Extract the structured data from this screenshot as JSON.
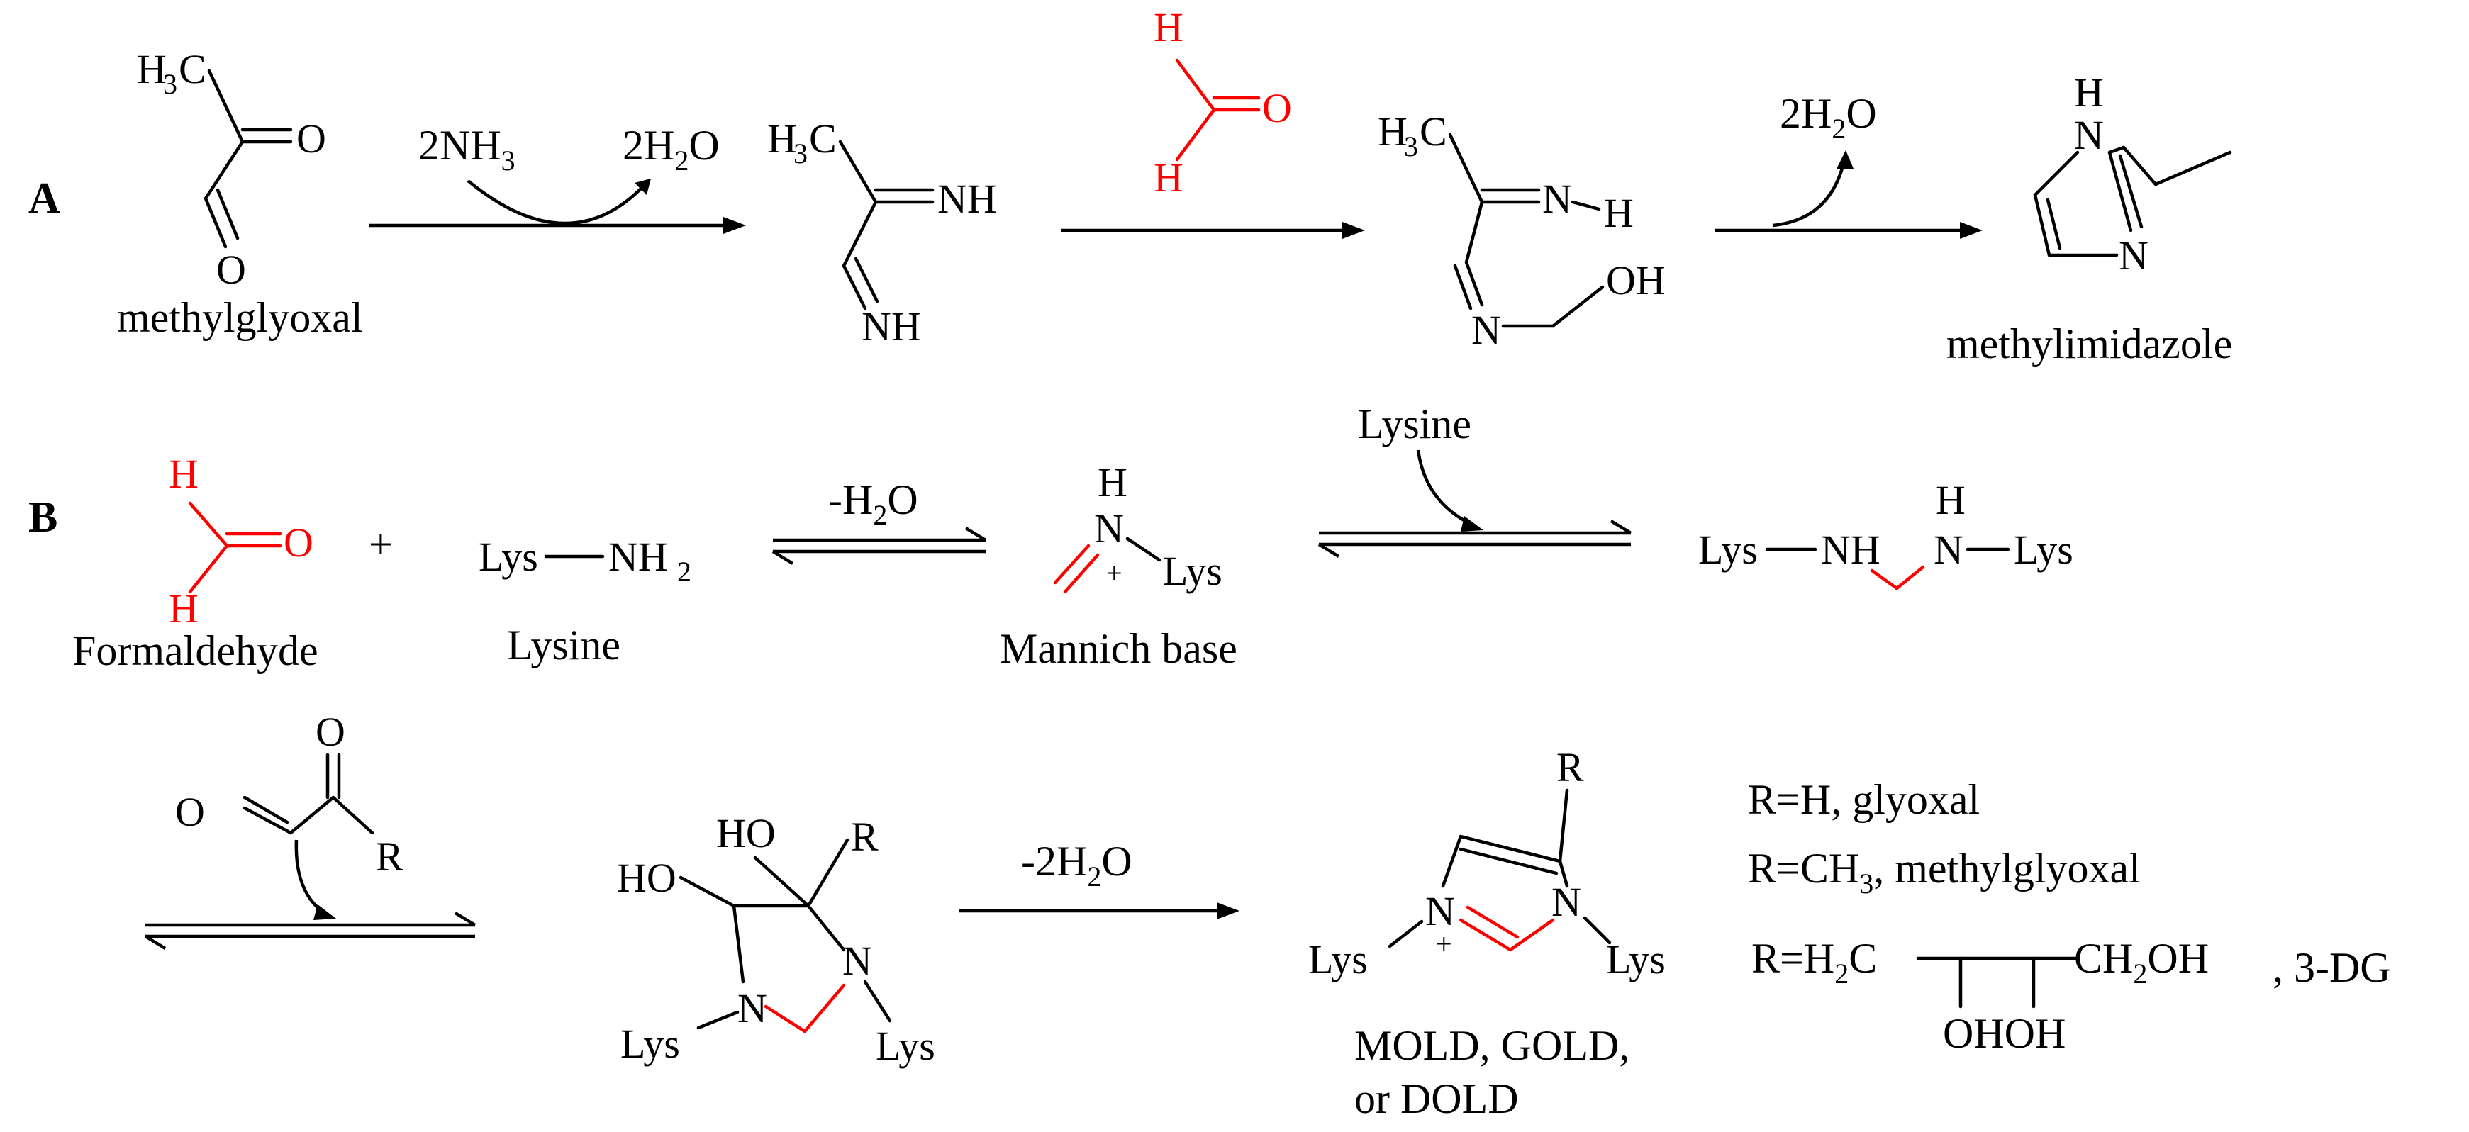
{
  "panel_a": {
    "label": "A",
    "methylglyoxal": {
      "h3c": "H",
      "h3c_sub": "3",
      "h3c_c": "C",
      "o1": "O",
      "o2": "O",
      "name": "methylglyoxal"
    },
    "reagent_in": {
      "pre": "2NH",
      "sub": "3"
    },
    "reagent_out": {
      "pre": "2H",
      "sub": "2",
      "post": "O"
    },
    "diimine": {
      "h3c": "H",
      "h3c_sub": "3",
      "h3c_c": "C",
      "nh1": "NH",
      "nh2": "NH"
    },
    "formaldehyde": {
      "h1": "H",
      "h2": "H",
      "o": "O"
    },
    "hemiaminal": {
      "h3c": "H",
      "h3c_sub": "3",
      "h3c_c": "C",
      "n1": "N",
      "h": "H",
      "n2": "N",
      "oh": "OH"
    },
    "water_out": {
      "pre": "2H",
      "sub": "2",
      "post": "O"
    },
    "imidazole": {
      "h": "H",
      "n1": "N",
      "n2": "N",
      "name": "methylimidazole"
    }
  },
  "panel_b": {
    "label": "B",
    "formaldehyde": {
      "h1": "H",
      "h2": "H",
      "o": "O",
      "name": "Formaldehyde"
    },
    "plus": "+",
    "lysine": {
      "lys": "Lys",
      "nh": "NH",
      "sub": "2",
      "name": "Lysine"
    },
    "step1": {
      "pre": "-H",
      "sub": "2",
      "post": "O"
    },
    "mannich": {
      "h": "H",
      "n": "N",
      "plus": "+",
      "lys": "Lys",
      "name": "Mannich base"
    },
    "step2_reagent": "Lysine",
    "crosslink": {
      "lys1": "Lys",
      "nh": "NH",
      "h": "H",
      "n": "N",
      "lys2": "Lys"
    },
    "dicarbonyl": {
      "o1": "O",
      "o2": "O",
      "r": "R"
    },
    "diol": {
      "ho1": "HO",
      "ho2": "HO",
      "r": "R",
      "n1": "N",
      "n2": "N",
      "lys1": "Lys",
      "lys2": "Lys"
    },
    "step3": {
      "pre": "-2H",
      "sub": "2",
      "post": "O"
    },
    "product": {
      "r": "R",
      "n1": "N",
      "n2": "N",
      "plus": "+",
      "lys1": "Lys",
      "lys2": "Lys",
      "name1": "MOLD, GOLD,",
      "name2": "or DOLD"
    },
    "legend": {
      "line1": "R=H, glyoxal",
      "line2_pre": "R=CH",
      "line2_sub": "3",
      "line2_post": ", methylglyoxal",
      "line3_pre": "R=H",
      "line3_sub": "2",
      "line3_c": "C",
      "line3_ch": "CH",
      "line3_sub2": "2",
      "line3_oh": "OH",
      "line3_tag": ", 3-DG",
      "line3_ohoh": "OHOH"
    }
  },
  "colors": {
    "highlight": "#ff0000",
    "ink": "#000000"
  }
}
